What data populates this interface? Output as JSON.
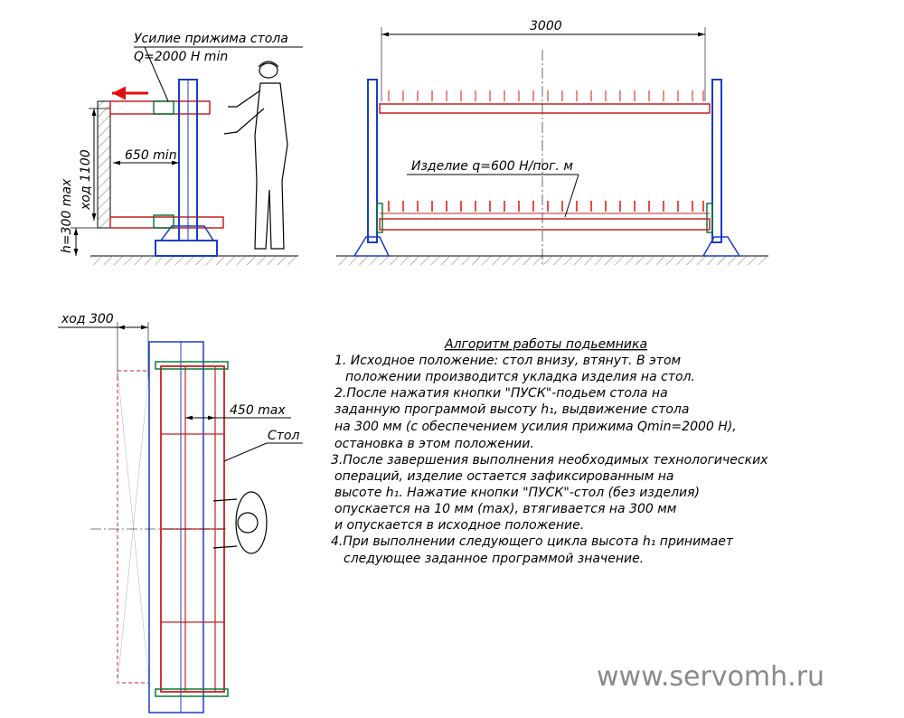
{
  "labels": {
    "clamp_force": "Усилие прижима  стола",
    "clamp_force_value": "Q=2000 Н min",
    "dim_650": "650 min",
    "dim_stroke_1100": "ход 1100",
    "dim_h300": "h=300 max",
    "dim_3000": "3000",
    "product_load": "Изделие q=600 Н/пог. м",
    "dim_stroke_300": "ход 300",
    "dim_450": "450 max",
    "table": "Стол"
  },
  "algorithm": {
    "title": "Алгоритм работы подьемника",
    "lines": [
      "1. Исходное положение: стол внизу, втянут. В этом",
      "положении производится укладка изделия на стол.",
      "2.После нажатия кнопки \"ПУСК\"-подьем стола на",
      "заданную программой высоту h₁, выдвижение стола",
      "на 300 мм (с обеспечением усилия прижима Qmin=2000 Н),",
      "остановка в этом положении.",
      "3.После завершения выполнения необходимых технологических",
      "операций, изделие остается зафиксированным на",
      "высоте h₁. Нажатие кнопки \"ПУСК\"-стол (без изделия)",
      "опускается на 10 мм (max), втягивается на 300 мм",
      "и опускается в исходное положение.",
      "4.При выполнении следующего цикла высота h₁ принимает",
      "следующее заданное программой значение."
    ]
  },
  "watermark": "www.servomh.ru",
  "colors": {
    "frame": "#1a3cc8",
    "table": "#c82020",
    "arrows": "#e01010",
    "line": "#000000",
    "green": "#0a7a3a",
    "watermark": "#8a8a8a"
  }
}
